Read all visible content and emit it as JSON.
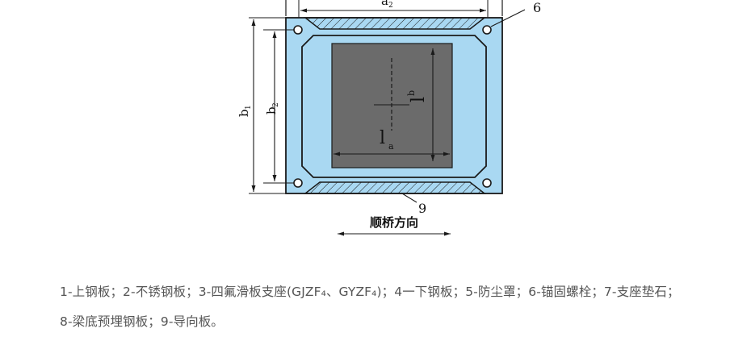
{
  "diagram": {
    "dim_a2": "a",
    "dim_a2_sub": "2",
    "dim_b1": "b",
    "dim_b1_sub": "1",
    "dim_b2": "b",
    "dim_b2_sub": "2",
    "dim_la": "l",
    "dim_la_sub": "a",
    "dim_lb": "l",
    "dim_lb_sub": "b",
    "callout_6": "6",
    "callout_9": "9",
    "direction_label": "顺桥方向",
    "colors": {
      "outer_plate": "#a9d8f2",
      "inner_plate": "#6b6b6b",
      "outline": "#1a1a1a"
    }
  },
  "caption": {
    "line1": "1-上钢板；2-不锈钢板；3-四氟滑板支座(GJZF₄、GYZF₄)；4一下钢板；5-防尘罩；6-锚固螺栓；7-支座垫石；",
    "line2": "8-梁底预埋钢板；9-导向板。"
  }
}
